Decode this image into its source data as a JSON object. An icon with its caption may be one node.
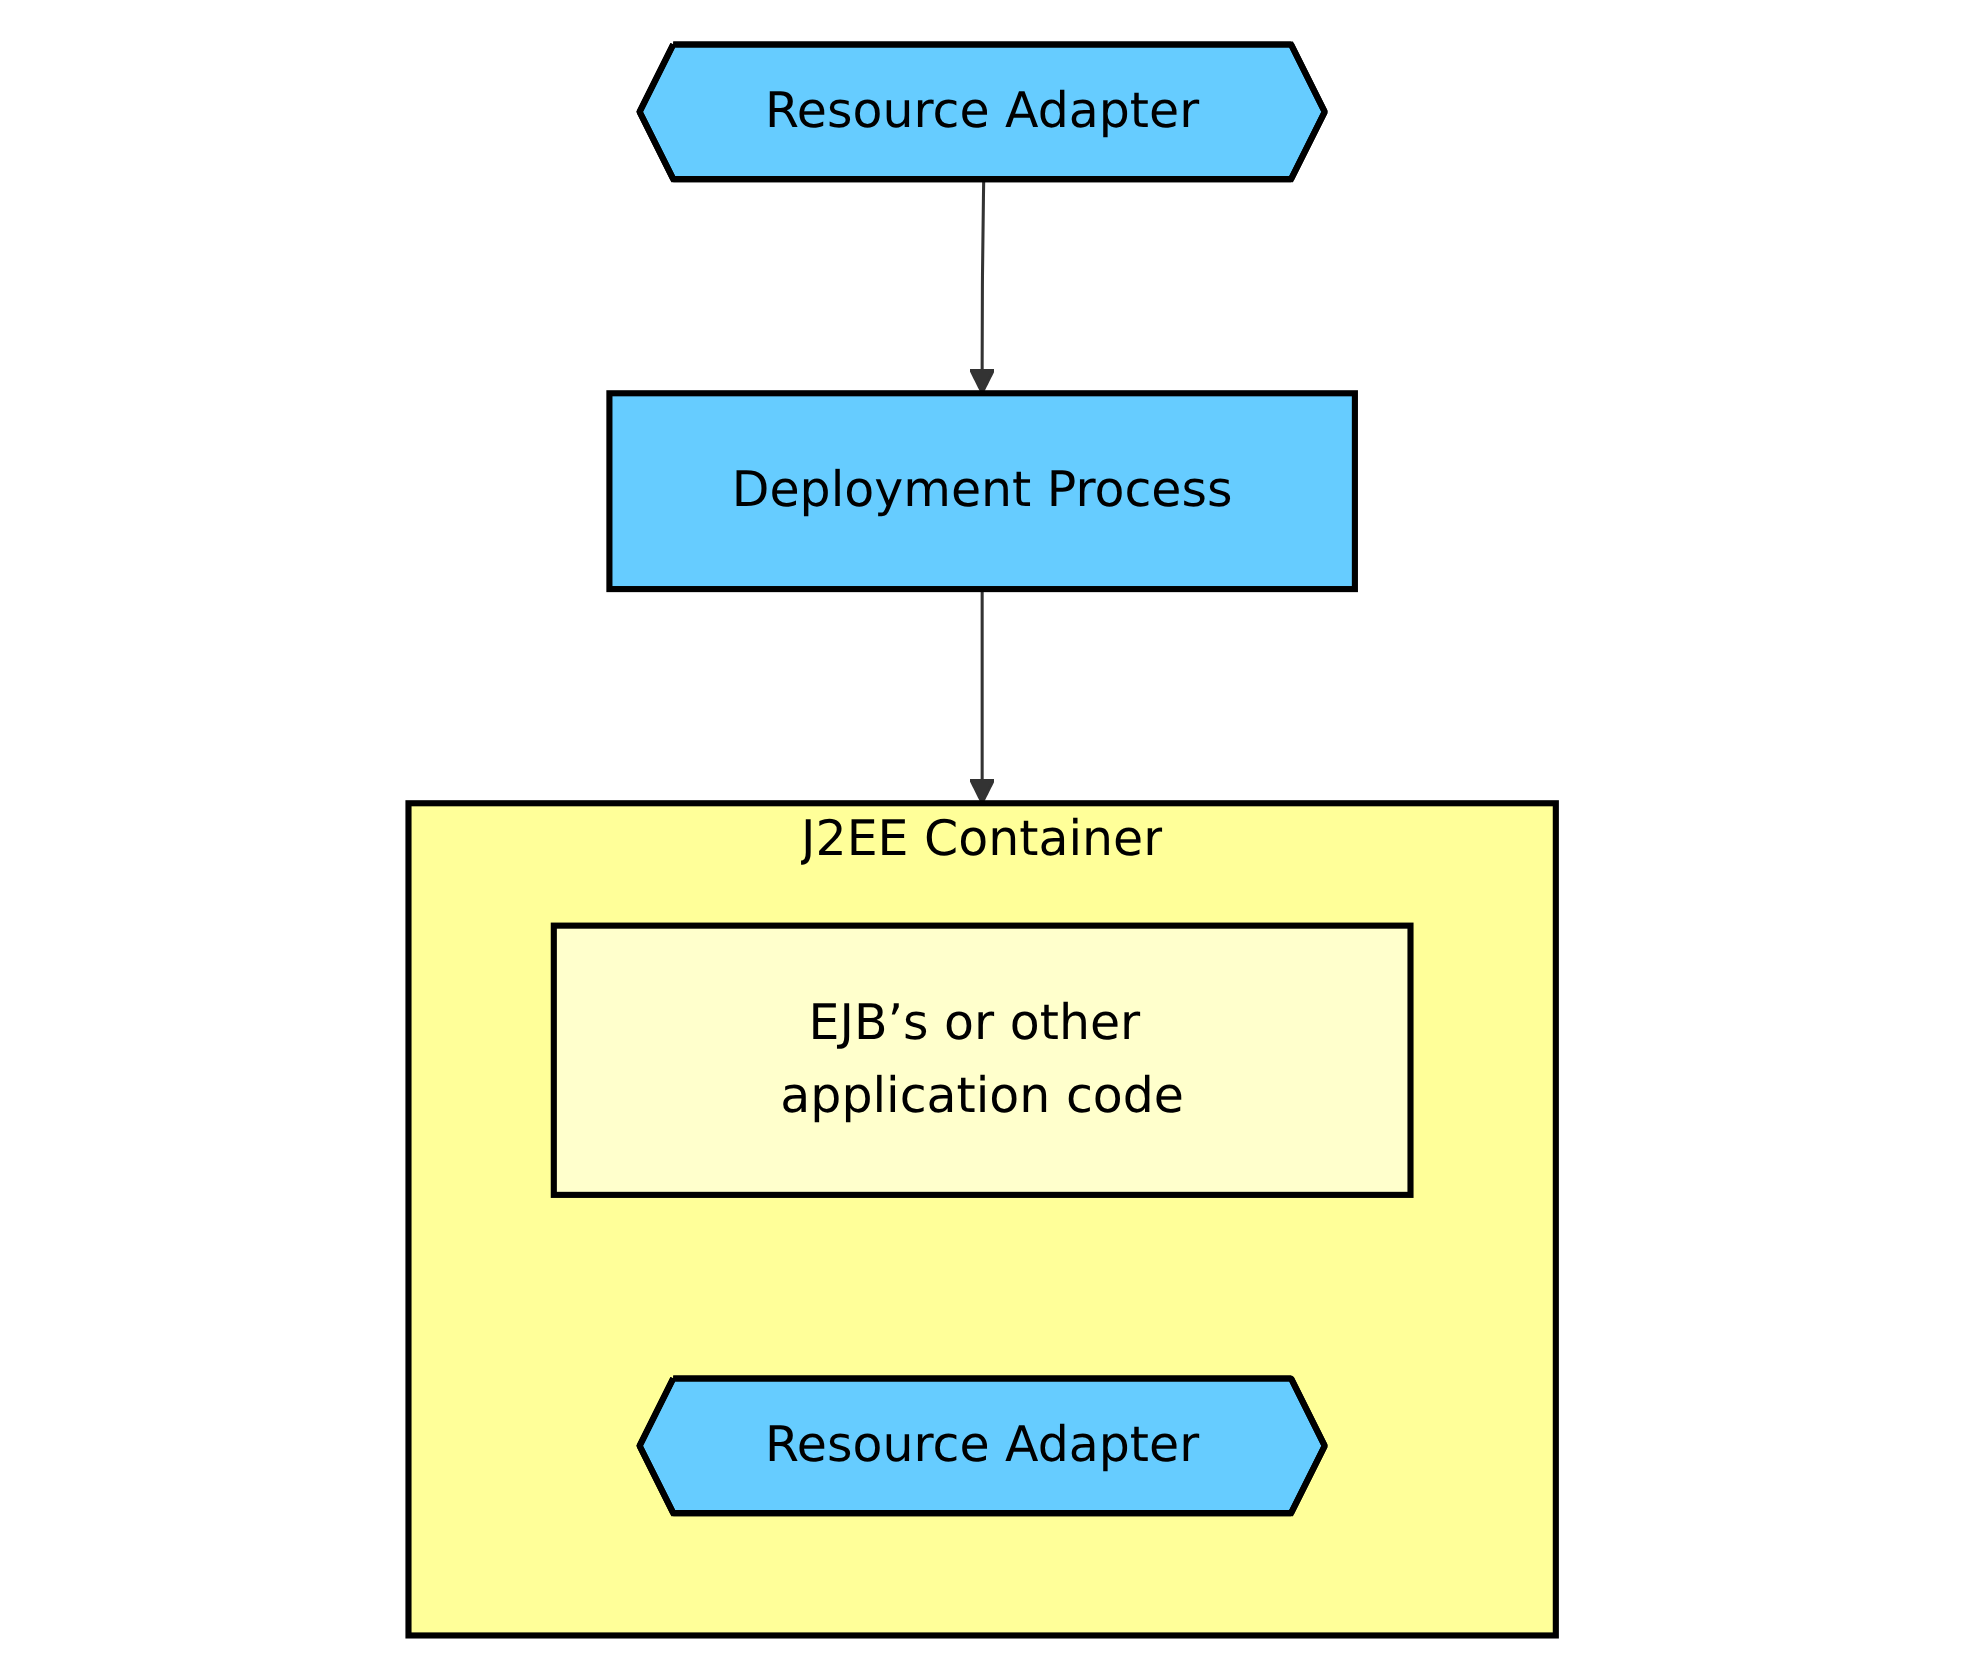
{
  "diagram": {
    "nodes": [
      {
        "text": [
          "Resource Adapter"
        ]
      },
      {
        "text": [
          "Deployment Process"
        ]
      },
      {
        "text": [
          "J2EE Container"
        ]
      },
      {
        "text": [
          "EJB’s or other application code"
        ],
        "in": 2
      },
      {
        "text": [
          "Resource Adapter"
        ],
        "in": 2
      }
    ],
    "edges": [
      {
        "from": 0,
        "to": 1,
        "arrow": "to"
      },
      {
        "from": 1,
        "to": 2,
        "arrow": "to"
      }
    ]
  }
}
